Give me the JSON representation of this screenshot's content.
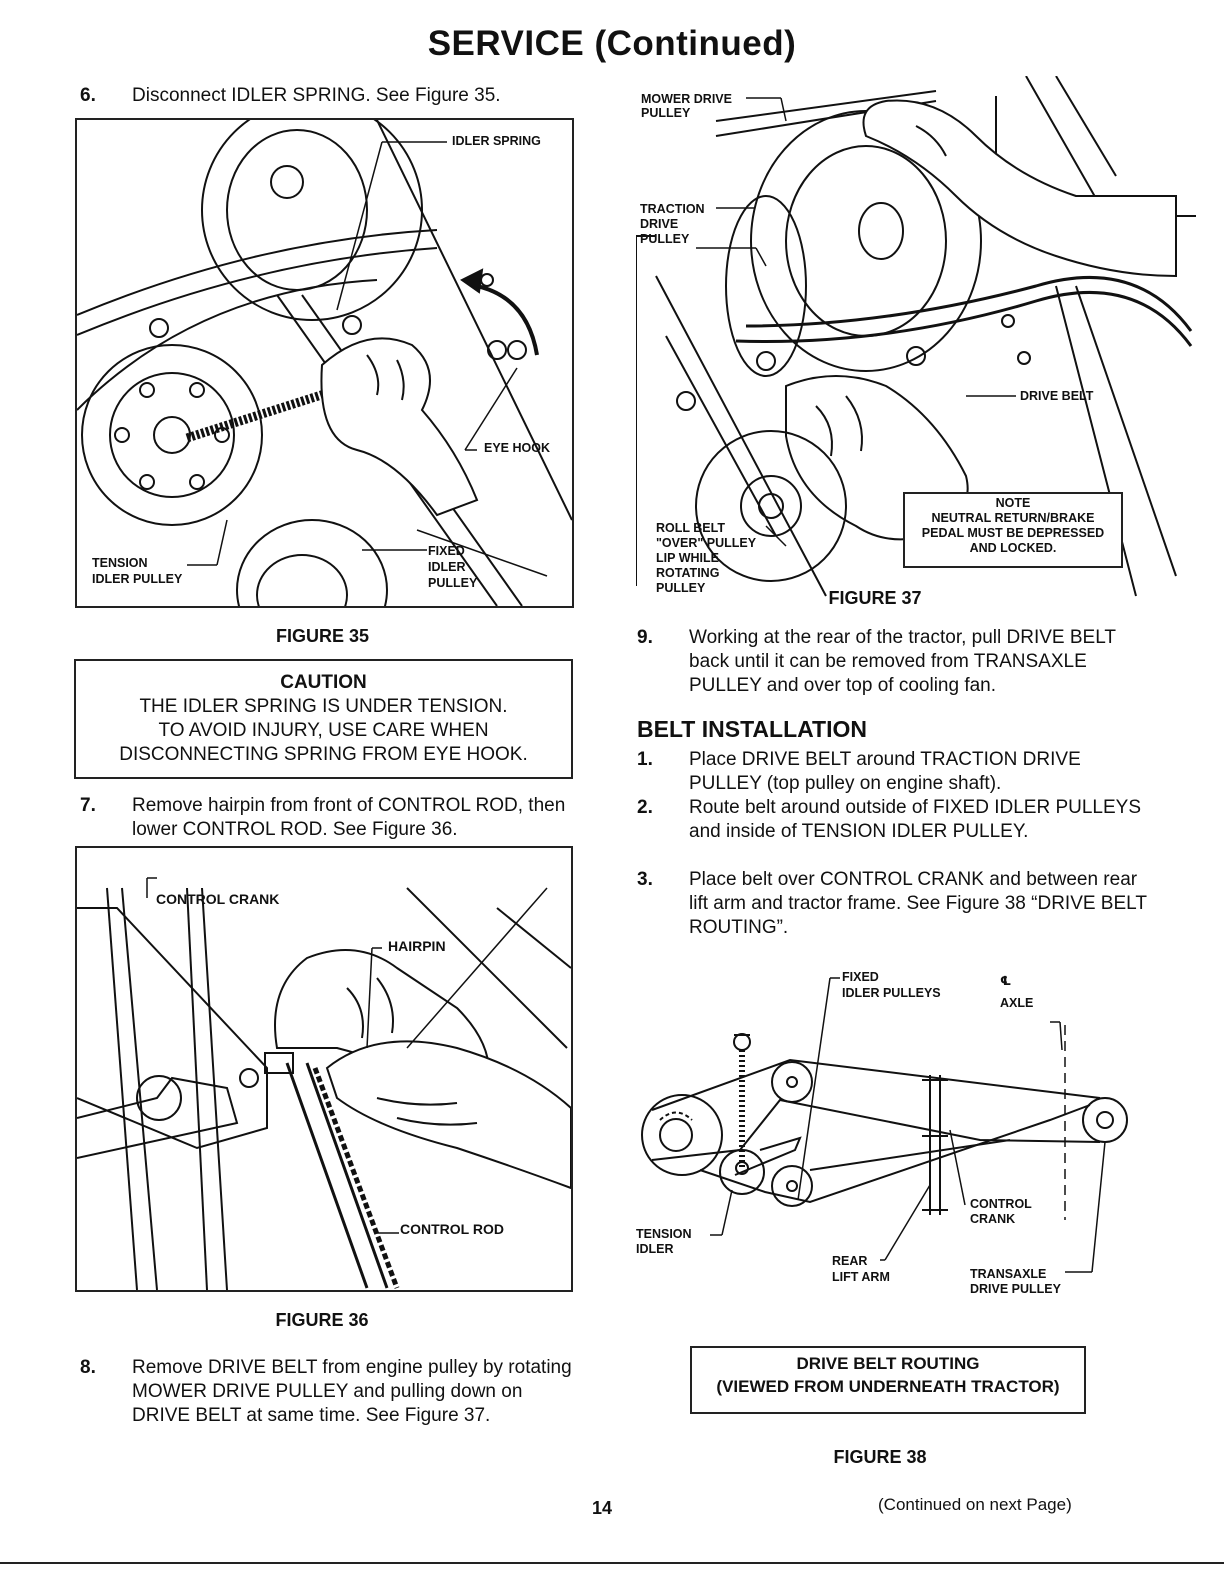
{
  "page": {
    "title": "SERVICE (Continued)",
    "page_number": "14",
    "footer_note": "(Continued on next Page)"
  },
  "steps_left": [
    {
      "num": "6.",
      "text": "Disconnect IDLER SPRING.  See Figure 35."
    },
    {
      "num": "7.",
      "text": "Remove hairpin from front of CONTROL ROD, then lower CONTROL ROD.  See Figure 36."
    },
    {
      "num": "8.",
      "text": "Remove DRIVE BELT from engine pulley by rotating MOWER DRIVE PULLEY and pulling down on DRIVE BELT at same time.  See Figure 37."
    }
  ],
  "figure35": {
    "caption": "FIGURE 35",
    "labels": {
      "idler_spring": "IDLER SPRING",
      "eye_hook": "EYE HOOK",
      "tension_idler_pulley_1": "TENSION",
      "tension_idler_pulley_2": "IDLER PULLEY",
      "fixed_idler_pulley_1": "FIXED",
      "fixed_idler_pulley_2": "IDLER",
      "fixed_idler_pulley_3": "PULLEY"
    }
  },
  "caution": {
    "title": "CAUTION",
    "lines": [
      "THE IDLER SPRING IS UNDER TENSION.",
      "TO AVOID INJURY, USE CARE WHEN",
      "DISCONNECTING SPRING FROM EYE HOOK."
    ]
  },
  "figure36": {
    "caption": "FIGURE 36",
    "labels": {
      "control_crank": "CONTROL CRANK",
      "hairpin": "HAIRPIN",
      "control_rod": "CONTROL ROD"
    }
  },
  "figure37": {
    "caption": "FIGURE 37",
    "labels": {
      "mower_drive_pulley_1": "MOWER DRIVE",
      "mower_drive_pulley_2": "PULLEY",
      "traction_drive_pulley_1": "TRACTION",
      "traction_drive_pulley_2": "DRIVE",
      "traction_drive_pulley_3": "PULLEY",
      "drive_belt": "DRIVE BELT",
      "roll_belt": [
        "ROLL BELT",
        "\"OVER\" PULLEY",
        "LIP WHILE",
        "ROTATING",
        "PULLEY"
      ]
    },
    "note": {
      "title": "NOTE",
      "lines": [
        "NEUTRAL RETURN/BRAKE",
        "PEDAL MUST BE DEPRESSED",
        "AND LOCKED."
      ]
    }
  },
  "step9": {
    "num": "9.",
    "text": "Working at the rear of the tractor, pull DRIVE BELT back until it can be removed from TRANSAXLE PULLEY and over top of cooling fan."
  },
  "belt_installation": {
    "heading": "BELT INSTALLATION",
    "steps": [
      {
        "num": "1.",
        "text": "Place DRIVE BELT around TRACTION DRIVE PULLEY (top pulley on engine shaft)."
      },
      {
        "num": "2.",
        "text": "Route belt around outside of FIXED IDLER PULLEYS and inside of TENSION IDLER PULLEY."
      },
      {
        "num": "3.",
        "text": "Place belt over CONTROL CRANK and between rear lift arm and tractor frame.  See Figure 38 “DRIVE BELT ROUTING”."
      }
    ]
  },
  "figure38": {
    "caption": "FIGURE 38",
    "labels": {
      "fixed_idler_pulleys_1": "FIXED",
      "fixed_idler_pulleys_2": "IDLER PULLEYS",
      "centerline": "℄",
      "axle": "AXLE",
      "control_crank_1": "CONTROL",
      "control_crank_2": "CRANK",
      "tension_idler_1": "TENSION",
      "tension_idler_2": "IDLER",
      "rear_lift_arm_1": "REAR",
      "rear_lift_arm_2": "LIFT ARM",
      "transaxle_1": "TRANSAXLE",
      "transaxle_2": "DRIVE PULLEY"
    },
    "routing_box": [
      "DRIVE BELT ROUTING",
      "(VIEWED FROM UNDERNEATH TRACTOR)"
    ]
  }
}
